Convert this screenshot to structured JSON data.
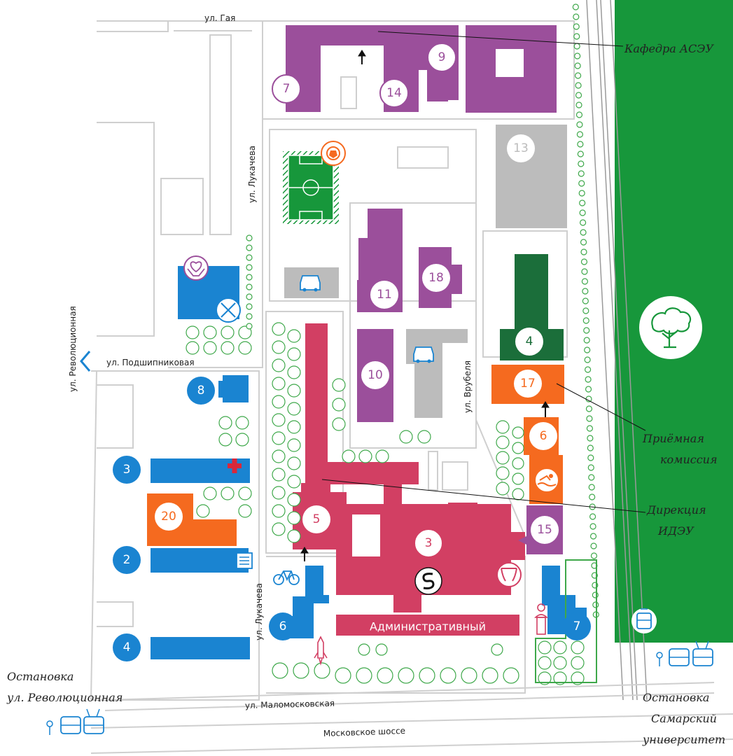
{
  "colors": {
    "purple": "#9b4f9b",
    "crimson": "#d23f63",
    "blue": "#1a84d1",
    "orange": "#f56a1f",
    "gray": "#bcbcbc",
    "darkgreen": "#1b6e3a",
    "park": "#17973b",
    "lightgreen": "#3ea84a"
  },
  "streets": {
    "gaya": "ул. Гая",
    "lukacheva_top": "ул. Лукачева",
    "lukacheva_bottom": "ул. Лукачева",
    "revolyutsionnaya": "ул. Революционная",
    "podshipnikovaya": "ул. Подшипниковая",
    "vrubelya": "ул. Врубеля",
    "malomoskovskaya": "ул. Маломосковская",
    "moskovskoe": "Московское шоссе"
  },
  "callouts": {
    "kafedra": "Кафедра АСЭУ",
    "priemnaya_1": "Приёмная",
    "priemnaya_2": "комиссия",
    "direktsiya_1": "Дирекция",
    "direktsiya_2": "ИДЭУ",
    "stop_rev_1": "Остановка",
    "stop_rev_2": "ул. Революционная",
    "stop_sam_1": "Остановка",
    "stop_sam_2": "Самарский",
    "stop_sam_3": "университет"
  },
  "buildings": {
    "admin_label": "Административный",
    "b7_top": "7",
    "b9": "9",
    "b14": "14",
    "b13": "13",
    "b11": "11",
    "b18": "18",
    "b10": "10",
    "b4_green": "4",
    "b17": "17",
    "b6_orange": "6",
    "b15": "15",
    "b5": "5",
    "b3_main": "3",
    "b8": "8",
    "b3_dorm": "3",
    "b20": "20",
    "b2_dorm": "2",
    "b4_dorm": "4",
    "b6_blue": "6",
    "b7_blue": "7"
  },
  "icons": {
    "soccer": "soccer-ball-icon",
    "parking": "car-icon",
    "care": "heart-hands-icon",
    "food": "fork-knife-icon",
    "medical": "red-cross-icon",
    "pool": "swimmer-icon",
    "theatre": "theatre-icon",
    "logo": "samara-university-logo-icon",
    "bicycle": "bicycle-icon",
    "rocket": "rocket-icon",
    "monument": "bust-monument-icon",
    "tree": "tree-icon",
    "newspaper": "newspaper-icon",
    "bus": "bus-icon",
    "trolleybus": "trolleybus-icon",
    "tram": "tram-icon",
    "chevron": "chevron-left-icon"
  }
}
